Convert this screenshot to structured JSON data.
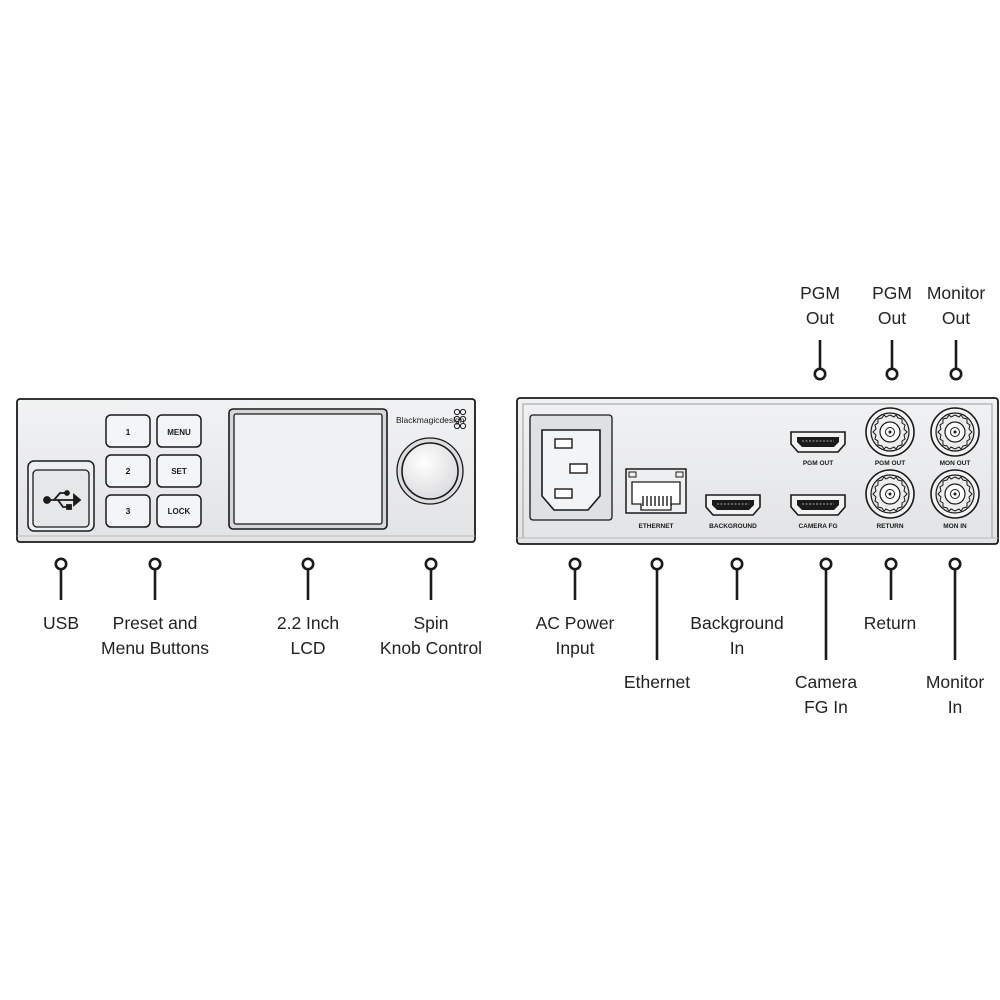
{
  "front_panel": {
    "brand": "Blackmagicdesign",
    "buttons": {
      "preset_1": "1",
      "preset_2": "2",
      "preset_3": "3",
      "menu": "MENU",
      "set": "SET",
      "lock": "LOCK"
    }
  },
  "rear_panel": {
    "port_labels": {
      "ethernet": "ETHERNET",
      "background": "BACKGROUND",
      "pgm_out_hdmi": "PGM OUT",
      "camera_fg": "CAMERA FG",
      "pgm_out_sdi": "PGM OUT",
      "mon_out": "MON OUT",
      "return": "RETURN",
      "mon_in": "MON IN"
    }
  },
  "callouts": {
    "usb": [
      "USB"
    ],
    "preset_menu_buttons": [
      "Preset and",
      "Menu Buttons"
    ],
    "lcd": [
      "2.2 Inch",
      "LCD"
    ],
    "spin_knob": [
      "Spin",
      "Knob Control"
    ],
    "ac_power": [
      "AC Power",
      "Input"
    ],
    "ethernet": [
      "Ethernet"
    ],
    "background_in": [
      "Background",
      "In"
    ],
    "camera_fg_in": [
      "Camera",
      "FG In"
    ],
    "return": [
      "Return"
    ],
    "monitor_in": [
      "Monitor",
      "In"
    ],
    "pgm_out_hdmi": [
      "PGM",
      "Out"
    ],
    "pgm_out_sdi": [
      "PGM",
      "Out"
    ],
    "monitor_out": [
      "Monitor",
      "Out"
    ]
  },
  "colors": {
    "panel": "#e9eaeb",
    "outline": "#1a1a1a",
    "text": "#222222"
  }
}
